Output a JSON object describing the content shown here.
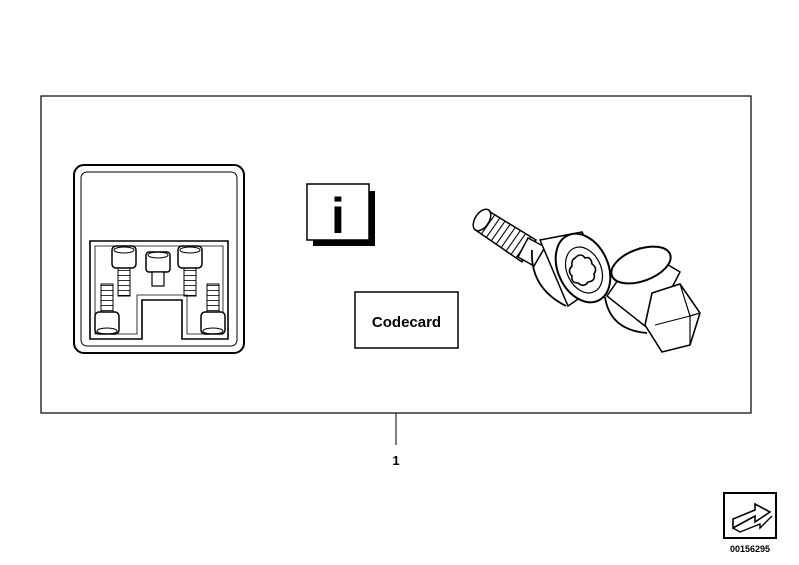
{
  "diagram": {
    "codecard_label": "Codecard",
    "info_glyph": "i",
    "callout_number": "1",
    "image_number": "00156295",
    "icons": [
      "bolt-storage-tray-icon",
      "info-manual-icon",
      "codecard-icon",
      "locking-wheel-bolt-icon",
      "adapter-socket-icon",
      "back-arrow-icon"
    ]
  }
}
